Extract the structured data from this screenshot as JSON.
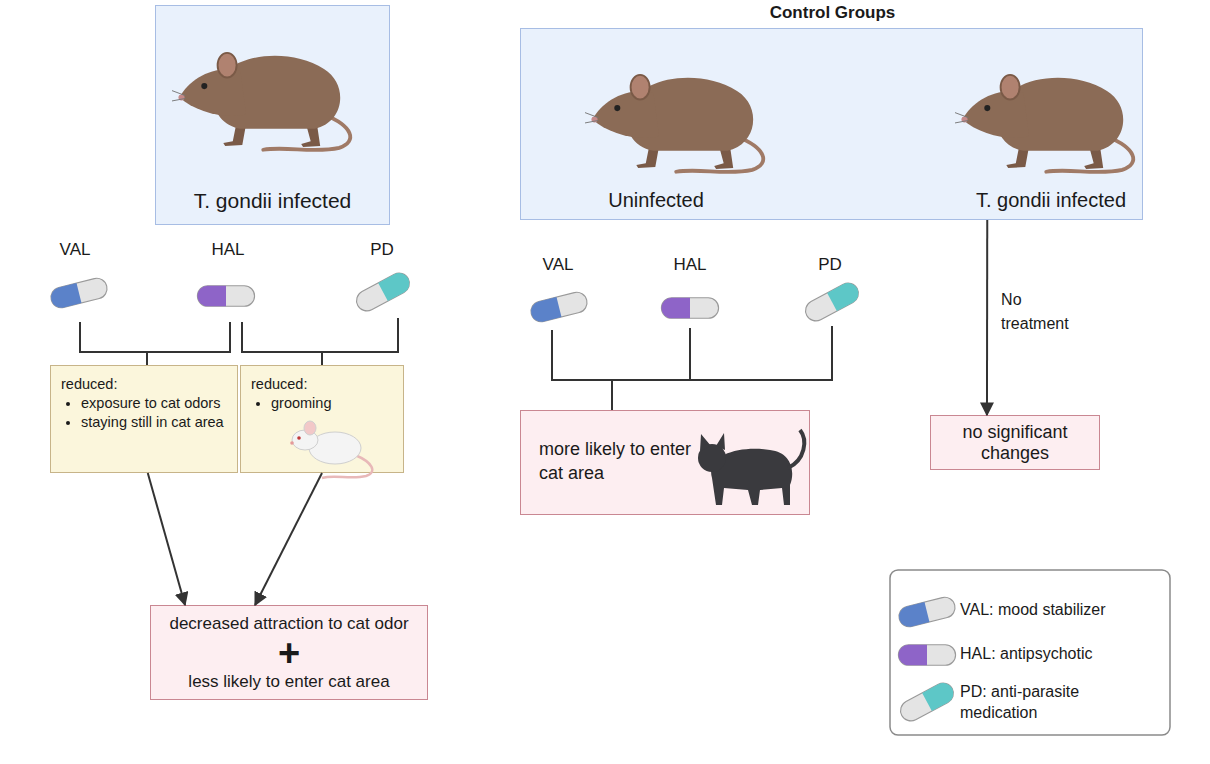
{
  "diagram": {
    "nodes": [
      {
        "text": [
          "T. gondii infected"
        ]
      },
      {
        "text": [
          "reduced:",
          "exposure to cat odors",
          "staying still in cat area"
        ]
      },
      {
        "text": [
          "reduced:",
          "grooming"
        ]
      },
      {
        "text": [
          "decreased attraction to cat odor",
          "+",
          "less likely to enter cat area"
        ]
      },
      {
        "text": [
          "Control Groups",
          "Uninfected",
          "T. gondii infected"
        ]
      },
      {
        "text": [
          "more likely to enter cat area"
        ]
      },
      {
        "text": [
          "no significant changes"
        ]
      }
    ],
    "edges": [
      {
        "from": 1,
        "to": 3,
        "arrow": "to"
      },
      {
        "from": 2,
        "to": 3,
        "arrow": "to"
      },
      {
        "from": 4,
        "to": 6,
        "label": "No treatment",
        "arrow": "to"
      }
    ],
    "labels": [
      "VAL",
      "HAL",
      "PD",
      "VAL",
      "HAL",
      "PD"
    ],
    "legend": [
      {
        "text": "VAL: mood stabilizer"
      },
      {
        "text": "HAL: antipsychotic"
      },
      {
        "text": "PD: anti-parasite medication"
      }
    ]
  }
}
